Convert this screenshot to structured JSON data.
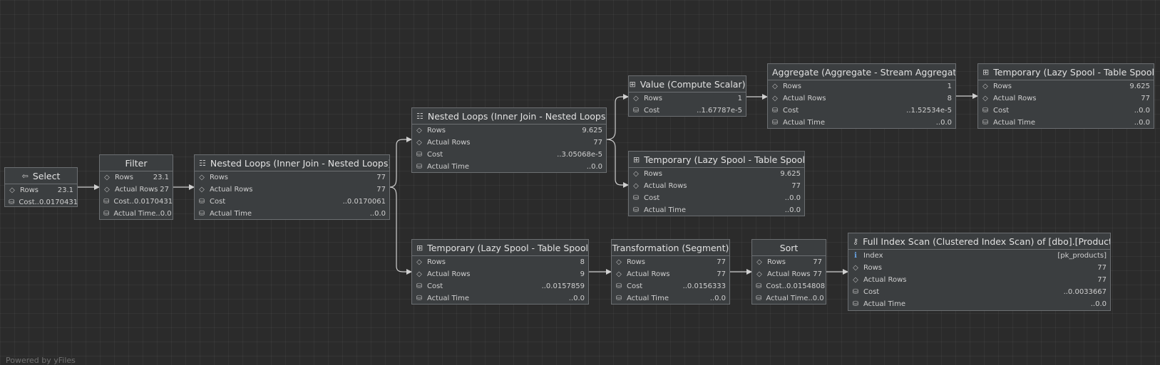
{
  "nodes": {
    "select": {
      "title": "Select",
      "icon": "select-arrow-icon",
      "rows": [
        {
          "icon": "diamond",
          "label": "Rows",
          "value": "23.1"
        },
        {
          "icon": "db",
          "label": "Cost",
          "value": "..0.0170431"
        }
      ]
    },
    "filter": {
      "title": "Filter",
      "rows": [
        {
          "icon": "diamond",
          "label": "Rows",
          "value": "23.1"
        },
        {
          "icon": "diamond",
          "label": "Actual Rows",
          "value": "27"
        },
        {
          "icon": "db",
          "label": "Cost",
          "value": "..0.0170431"
        },
        {
          "icon": "db",
          "label": "Actual Time",
          "value": "..0.0"
        }
      ]
    },
    "nl1": {
      "title": "Nested Loops (Inner Join - Nested Loops)",
      "icon": "nested-loops-icon",
      "rows": [
        {
          "icon": "diamond",
          "label": "Rows",
          "value": "77"
        },
        {
          "icon": "diamond",
          "label": "Actual Rows",
          "value": "77"
        },
        {
          "icon": "db",
          "label": "Cost",
          "value": "..0.0170061"
        },
        {
          "icon": "db",
          "label": "Actual Time",
          "value": "..0.0"
        }
      ]
    },
    "nl2": {
      "title": "Nested Loops (Inner Join - Nested Loops)",
      "icon": "nested-loops-icon",
      "rows": [
        {
          "icon": "diamond",
          "label": "Rows",
          "value": "9.625"
        },
        {
          "icon": "diamond",
          "label": "Actual Rows",
          "value": "77"
        },
        {
          "icon": "db",
          "label": "Cost",
          "value": "..3.05068e-5"
        },
        {
          "icon": "db",
          "label": "Actual Time",
          "value": "..0.0"
        }
      ]
    },
    "value": {
      "title": "Value (Compute Scalar)",
      "icon": "table-icon",
      "rows": [
        {
          "icon": "diamond",
          "label": "Rows",
          "value": "1"
        },
        {
          "icon": "db",
          "label": "Cost",
          "value": "..1.67787e-5"
        }
      ]
    },
    "agg": {
      "title": "Aggregate (Aggregate - Stream Aggregate)",
      "rows": [
        {
          "icon": "diamond",
          "label": "Rows",
          "value": "1"
        },
        {
          "icon": "diamond",
          "label": "Actual Rows",
          "value": "8"
        },
        {
          "icon": "db",
          "label": "Cost",
          "value": "..1.52534e-5"
        },
        {
          "icon": "db",
          "label": "Actual Time",
          "value": "..0.0"
        }
      ]
    },
    "tmp1": {
      "title": "Temporary (Lazy Spool - Table Spool)",
      "icon": "table-icon",
      "rows": [
        {
          "icon": "diamond",
          "label": "Rows",
          "value": "9.625"
        },
        {
          "icon": "diamond",
          "label": "Actual Rows",
          "value": "77"
        },
        {
          "icon": "db",
          "label": "Cost",
          "value": "..0.0"
        },
        {
          "icon": "db",
          "label": "Actual Time",
          "value": "..0.0"
        }
      ]
    },
    "tmp2": {
      "title": "Temporary (Lazy Spool - Table Spool)",
      "icon": "table-icon",
      "rows": [
        {
          "icon": "diamond",
          "label": "Rows",
          "value": "9.625"
        },
        {
          "icon": "diamond",
          "label": "Actual Rows",
          "value": "77"
        },
        {
          "icon": "db",
          "label": "Cost",
          "value": "..0.0"
        },
        {
          "icon": "db",
          "label": "Actual Time",
          "value": "..0.0"
        }
      ]
    },
    "tmp3": {
      "title": "Temporary (Lazy Spool - Table Spool)",
      "icon": "table-icon",
      "rows": [
        {
          "icon": "diamond",
          "label": "Rows",
          "value": "8"
        },
        {
          "icon": "diamond",
          "label": "Actual Rows",
          "value": "9"
        },
        {
          "icon": "db",
          "label": "Cost",
          "value": "..0.0157859"
        },
        {
          "icon": "db",
          "label": "Actual Time",
          "value": "..0.0"
        }
      ]
    },
    "trans": {
      "title": "Transformation (Segment)",
      "rows": [
        {
          "icon": "diamond",
          "label": "Rows",
          "value": "77"
        },
        {
          "icon": "diamond",
          "label": "Actual Rows",
          "value": "77"
        },
        {
          "icon": "db",
          "label": "Cost",
          "value": "..0.0156333"
        },
        {
          "icon": "db",
          "label": "Actual Time",
          "value": "..0.0"
        }
      ]
    },
    "sort": {
      "title": "Sort",
      "rows": [
        {
          "icon": "diamond",
          "label": "Rows",
          "value": "77"
        },
        {
          "icon": "diamond",
          "label": "Actual Rows",
          "value": "77"
        },
        {
          "icon": "db",
          "label": "Cost",
          "value": "..0.0154808"
        },
        {
          "icon": "db",
          "label": "Actual Time",
          "value": "..0.0"
        }
      ]
    },
    "scan": {
      "title": "Full Index Scan (Clustered Index Scan) of [dbo].[Products]",
      "icon": "key-icon",
      "rows": [
        {
          "icon": "info",
          "label": "Index",
          "value": "[pk_products]"
        },
        {
          "icon": "diamond",
          "label": "Rows",
          "value": "77"
        },
        {
          "icon": "diamond",
          "label": "Actual Rows",
          "value": "77"
        },
        {
          "icon": "db",
          "label": "Cost",
          "value": "..0.0033667"
        },
        {
          "icon": "db",
          "label": "Actual Time",
          "value": "..0.0"
        }
      ]
    }
  },
  "footer": "Powered by yFiles"
}
